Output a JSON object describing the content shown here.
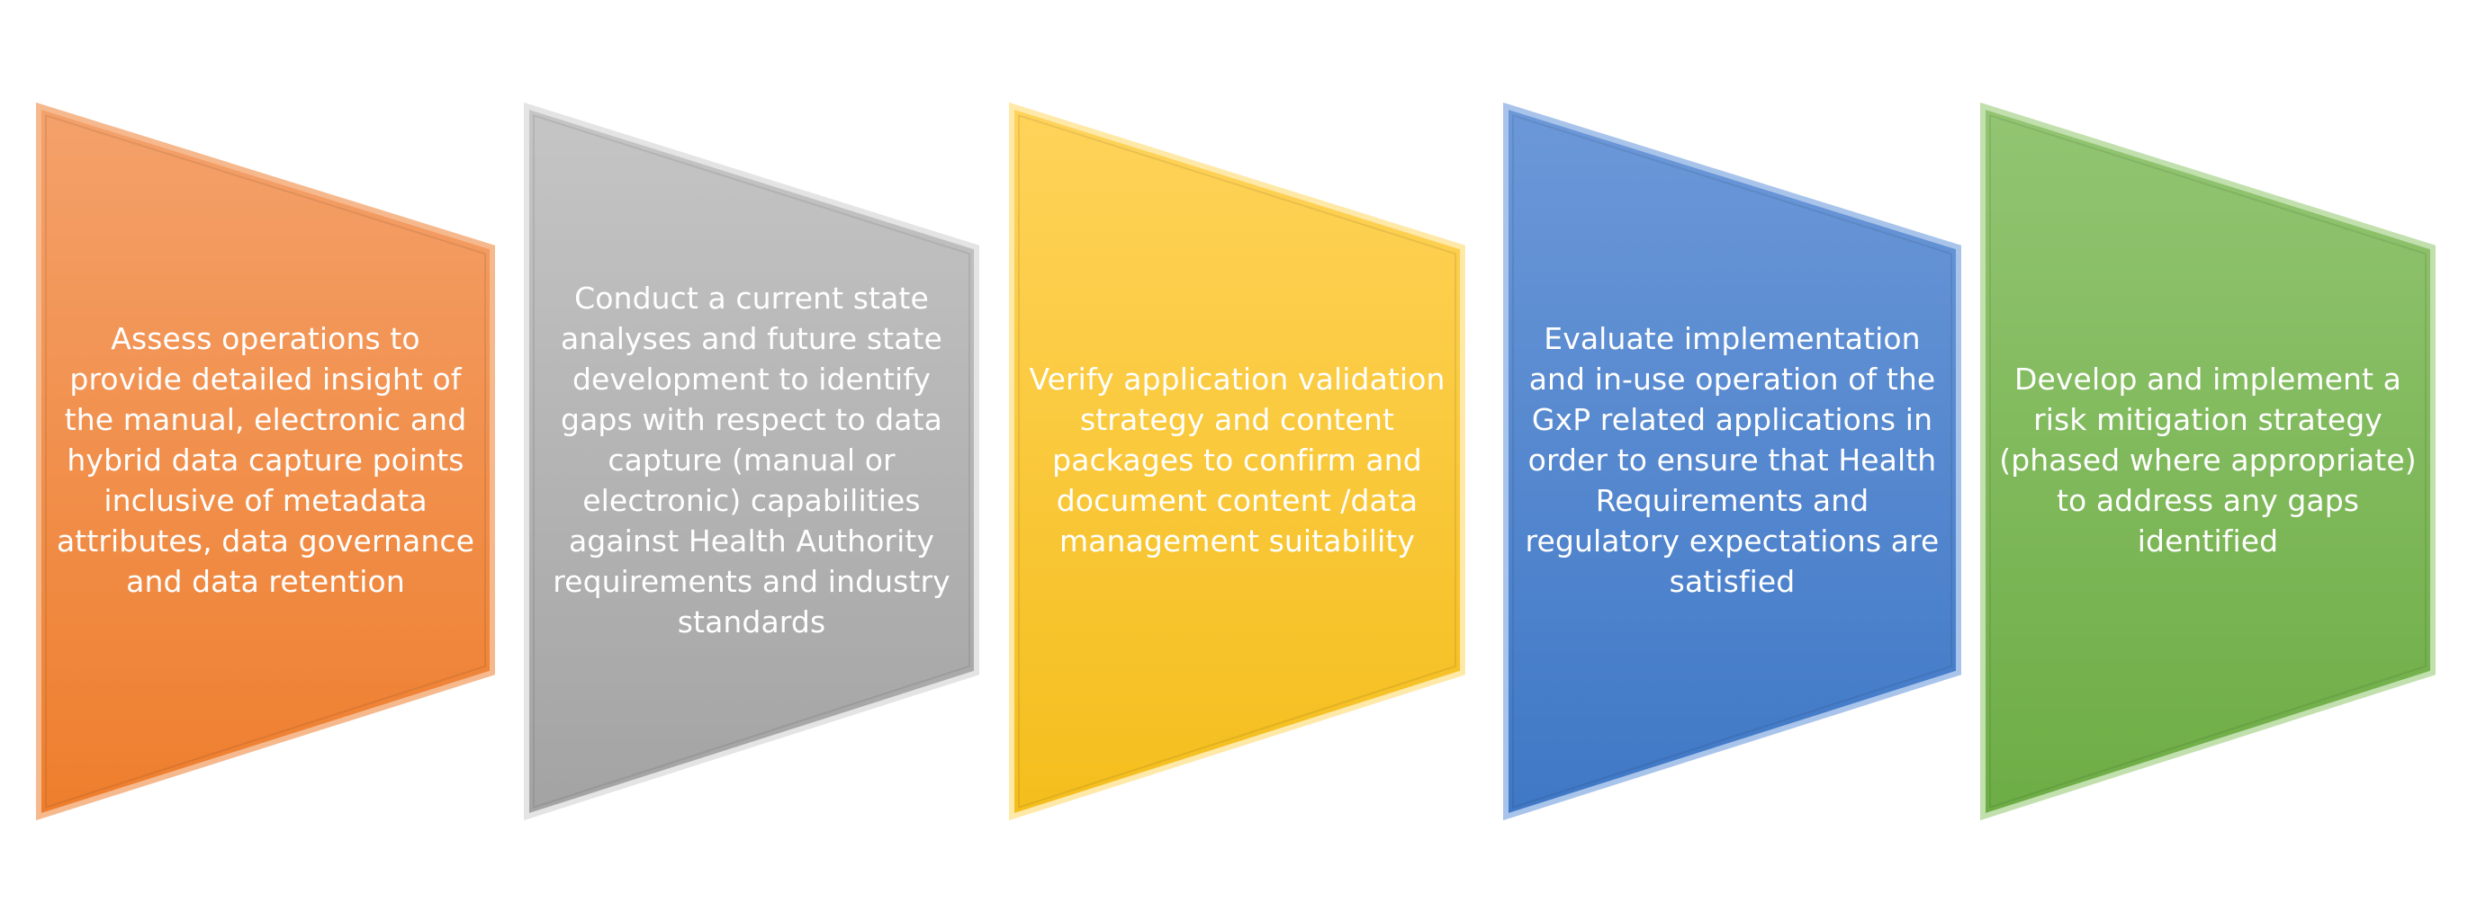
{
  "diagram": {
    "steps": [
      {
        "text": "Assess operations to provide detailed insight of the manual, electronic and hybrid data capture points inclusive of metadata attributes, data governance and data retention",
        "fill_top": "#F4A16B",
        "fill_bottom": "#EE7E2D",
        "edge": "#F6B98E"
      },
      {
        "text": "Conduct a current state analyses and future state development  to identify gaps with respect to data capture (manual or electronic) capabilities against Health Authority requirements and industry standards",
        "fill_top": "#C5C5C5",
        "fill_bottom": "#A3A3A3",
        "edge": "#E4E4E4"
      },
      {
        "text": "Verify application validation strategy and content packages to confirm and document content /data management suitability",
        "fill_top": "#FFD35A",
        "fill_bottom": "#F4BE1C",
        "edge": "#FFE9A8"
      },
      {
        "text": "Evaluate implementation and in-use operation of the GxP related applications in order to ensure that Health Requirements  and regulatory expectations are satisfied",
        "fill_top": "#6C98D8",
        "fill_bottom": "#3F78C6",
        "edge": "#A9C4EA"
      },
      {
        "text": "Develop and implement a risk mitigation strategy (phased where appropriate) to address any gaps identified",
        "fill_top": "#93C572",
        "fill_bottom": "#6DAD45",
        "edge": "#C2E0AE"
      }
    ]
  }
}
